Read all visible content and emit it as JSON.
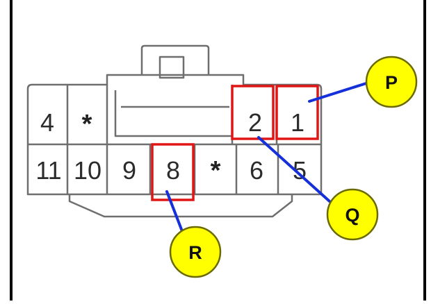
{
  "connector": {
    "top_row": [
      "4",
      "*",
      "2",
      "1"
    ],
    "bottom_row": [
      "11",
      "10",
      "9",
      "8",
      "*",
      "6",
      "5"
    ]
  },
  "callouts": [
    {
      "letter": "P",
      "pin": "1"
    },
    {
      "letter": "Q",
      "pin": "2"
    },
    {
      "letter": "R",
      "pin": "8"
    }
  ],
  "colors": {
    "highlight_box": "#e01515",
    "leader_line": "#1530d8",
    "callout_fill": "#ffff00",
    "callout_border": "#6a6a00",
    "connector_outline": "#6e6e6e",
    "frame": "#000000"
  }
}
